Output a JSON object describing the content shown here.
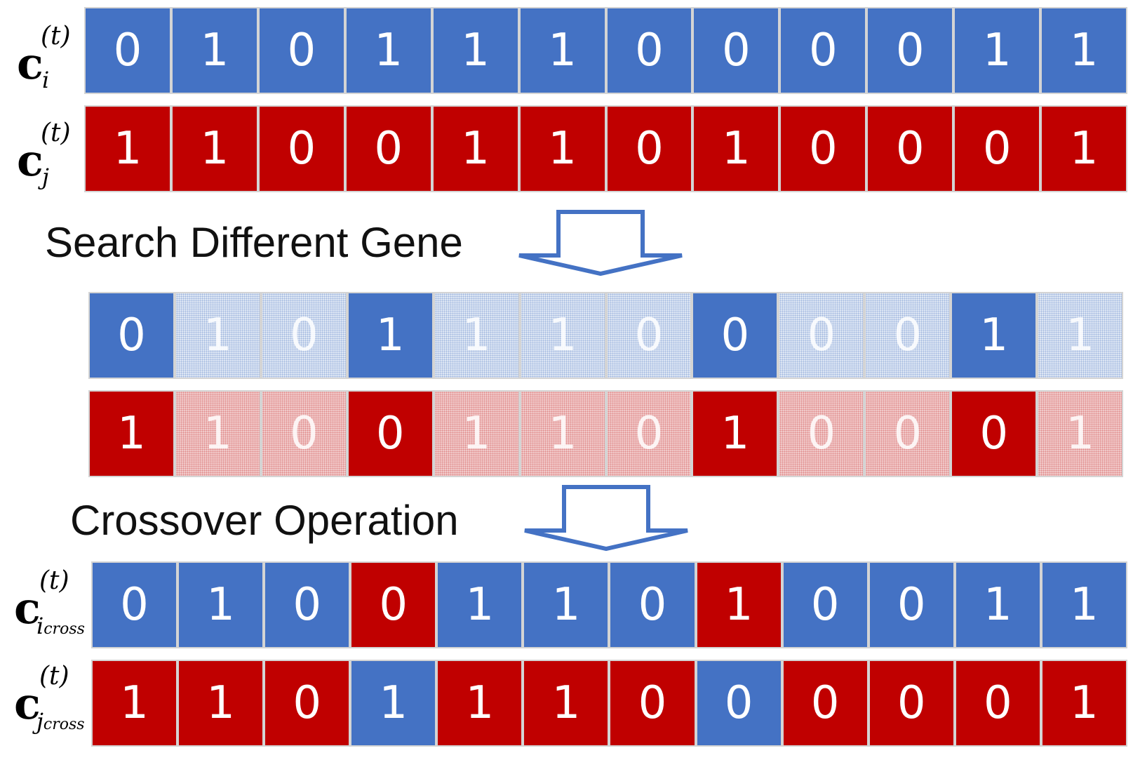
{
  "colors": {
    "parent_i": "#4472c4",
    "parent_j": "#c00000"
  },
  "labels": {
    "base": "c",
    "sup": "(t)",
    "ci_sub": "i",
    "cj_sub": "j",
    "cicross_sub": "i",
    "cicross_subsub": "cross",
    "cjcross_sub": "j",
    "cjcross_subsub": "cross"
  },
  "steps": {
    "search": "Search Different Gene",
    "crossover": "Crossover Operation"
  },
  "rows": {
    "ci": {
      "values": [
        "0",
        "1",
        "0",
        "1",
        "1",
        "1",
        "0",
        "0",
        "0",
        "0",
        "1",
        "1"
      ],
      "colors": [
        "blue",
        "blue",
        "blue",
        "blue",
        "blue",
        "blue",
        "blue",
        "blue",
        "blue",
        "blue",
        "blue",
        "blue"
      ]
    },
    "cj": {
      "values": [
        "1",
        "1",
        "0",
        "0",
        "1",
        "1",
        "0",
        "1",
        "0",
        "0",
        "0",
        "1"
      ],
      "colors": [
        "red",
        "red",
        "red",
        "red",
        "red",
        "red",
        "red",
        "red",
        "red",
        "red",
        "red",
        "red"
      ]
    },
    "diff_i": {
      "values": [
        "0",
        "1",
        "0",
        "1",
        "1",
        "1",
        "0",
        "0",
        "0",
        "0",
        "1",
        "1"
      ],
      "colors": [
        "blue",
        "faded-blue",
        "faded-blue",
        "blue",
        "faded-blue",
        "faded-blue",
        "faded-blue",
        "blue",
        "faded-blue",
        "faded-blue",
        "blue",
        "faded-blue"
      ]
    },
    "diff_j": {
      "values": [
        "1",
        "1",
        "0",
        "0",
        "1",
        "1",
        "0",
        "1",
        "0",
        "0",
        "0",
        "1"
      ],
      "colors": [
        "red",
        "faded-red",
        "faded-red",
        "red",
        "faded-red",
        "faded-red",
        "faded-red",
        "red",
        "faded-red",
        "faded-red",
        "red",
        "faded-red"
      ]
    },
    "cicross": {
      "values": [
        "0",
        "1",
        "0",
        "0",
        "1",
        "1",
        "0",
        "1",
        "0",
        "0",
        "1",
        "1"
      ],
      "colors": [
        "blue",
        "blue",
        "blue",
        "red",
        "blue",
        "blue",
        "blue",
        "red",
        "blue",
        "blue",
        "blue",
        "blue"
      ]
    },
    "cjcross": {
      "values": [
        "1",
        "1",
        "0",
        "1",
        "1",
        "1",
        "0",
        "0",
        "0",
        "0",
        "0",
        "1"
      ],
      "colors": [
        "red",
        "red",
        "red",
        "blue",
        "red",
        "red",
        "red",
        "blue",
        "red",
        "red",
        "red",
        "red"
      ]
    }
  }
}
